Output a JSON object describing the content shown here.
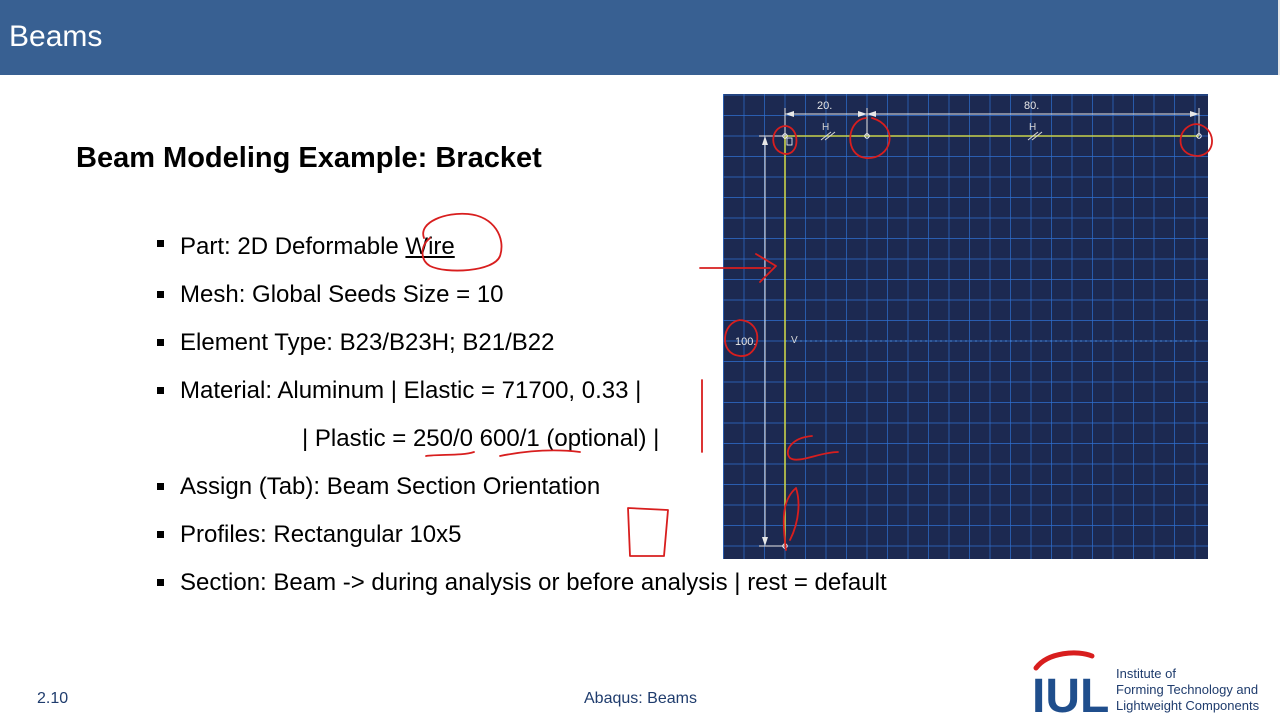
{
  "header": {
    "title": "Beams"
  },
  "slide": {
    "title": "Beam Modeling Example: Bracket",
    "bullets": [
      {
        "pre": "Part: 2D Deformable ",
        "u": "Wire",
        "post": ""
      },
      {
        "pre": "Mesh: Global Seeds Size = 10",
        "u": "",
        "post": ""
      },
      {
        "pre": "Element Type: B23/B23H; B21/B22",
        "u": "",
        "post": ""
      },
      {
        "pre": "Material: Aluminum | Elastic = 71700, 0.33 |",
        "u": "",
        "post": ""
      },
      {
        "pre": "| Plastic = 250/0 600/1 (optional) |",
        "u": "",
        "post": ""
      },
      {
        "pre": "Assign (Tab): Beam Section Orientation",
        "u": "",
        "post": ""
      },
      {
        "pre": "Profiles: Rectangular 10x5",
        "u": "",
        "post": ""
      },
      {
        "pre": "Section: Beam -> during analysis or before analysis | rest = default",
        "u": "",
        "post": ""
      }
    ]
  },
  "sketch": {
    "dim_top_left": "20.",
    "dim_top_right": "80.",
    "dim_left": "100.",
    "constraint_h": "H",
    "constraint_v": "V",
    "colors": {
      "background": "#1c2951",
      "grid": "#2f6fd0",
      "geometry": "#c8d24a",
      "dimension": "#e8e8e8"
    }
  },
  "footer": {
    "page_number": "2.10",
    "center_text": "Abaqus: Beams"
  },
  "logo": {
    "acronym": "IUL",
    "line1": "Institute of",
    "line2": "Forming Technology and",
    "line3": "Lightweight Components"
  },
  "colors": {
    "header": "#386092",
    "annotation": "#d81e1e",
    "logo_blue": "#1f4e8c"
  }
}
